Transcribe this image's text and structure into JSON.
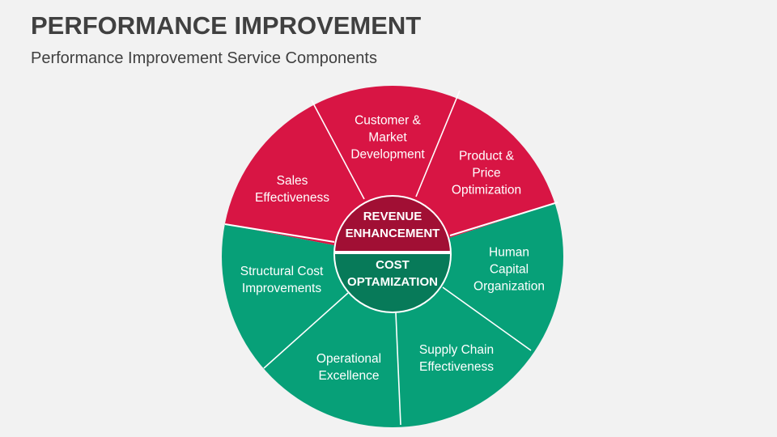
{
  "header": {
    "title": "PERFORMANCE IMPROVEMENT",
    "subtitle": "Performance Improvement Service Components"
  },
  "colors": {
    "revenue_outer": "#D81544",
    "revenue_inner": "#A10F34",
    "cost_outer": "#07A078",
    "cost_inner": "#077A59",
    "background": "#F2F2F2",
    "title_text": "#404040"
  },
  "center": {
    "top": {
      "line1": "REVENUE",
      "line2": "ENHANCEMENT"
    },
    "bottom": {
      "line1": "COST",
      "line2": "OPTAMIZATION"
    }
  },
  "segments": {
    "revenue": [
      {
        "label": "Sales\nEffectiveness"
      },
      {
        "label": "Customer &\nMarket\nDevelopment"
      },
      {
        "label": "Product &\nPrice\nOptimization"
      }
    ],
    "cost": [
      {
        "label": "Human\nCapital\nOrganization"
      },
      {
        "label": "Supply Chain\nEffectiveness"
      },
      {
        "label": "Operational\nExcellence"
      },
      {
        "label": "Structural Cost\nImprovements"
      }
    ]
  }
}
